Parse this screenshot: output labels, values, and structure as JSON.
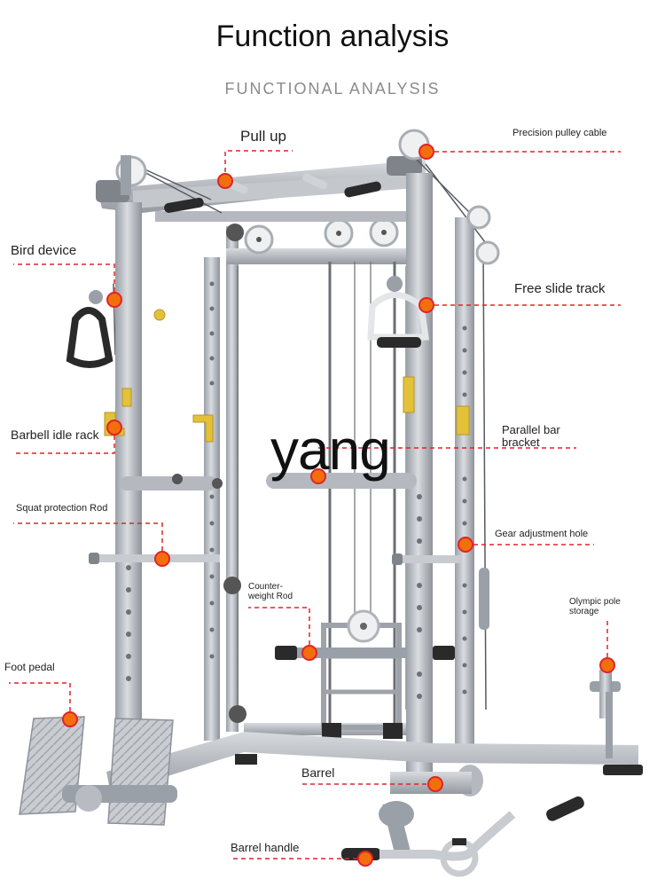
{
  "header": {
    "title": "Function analysis",
    "subtitle": "FUNCTIONAL ANALYSIS"
  },
  "watermark": "yang",
  "labels": {
    "pull_up": "Pull up",
    "precision_pulley_cable": "Precision pulley cable",
    "bird_device": "Bird device",
    "free_slide_track": "Free slide track",
    "barbell_idle_rack": "Barbell idle rack",
    "parallel_bar_bracket_line1": "Parallel bar",
    "parallel_bar_bracket_line2": "bracket",
    "squat_protection_rod": "Squat protection Rod",
    "gear_adjustment_hole": "Gear adjustment hole",
    "counterweight_rod_line1": "Counter-",
    "counterweight_rod_line2": "weight Rod",
    "olympic_pole_storage_line1": "Olympic pole",
    "olympic_pole_storage_line2": "storage",
    "foot_pedal": "Foot pedal",
    "barrel": "Barrel",
    "barrel_handle": "Barrel handle"
  },
  "colors": {
    "callout_line": "#e0232b",
    "marker_fill": "#f36f0c",
    "marker_ring": "#e0232b",
    "frame": "#b8bcc2",
    "frame_dark": "#8d9299",
    "hook_yellow": "#e3c23a",
    "grip_black": "#2a2a2a"
  }
}
